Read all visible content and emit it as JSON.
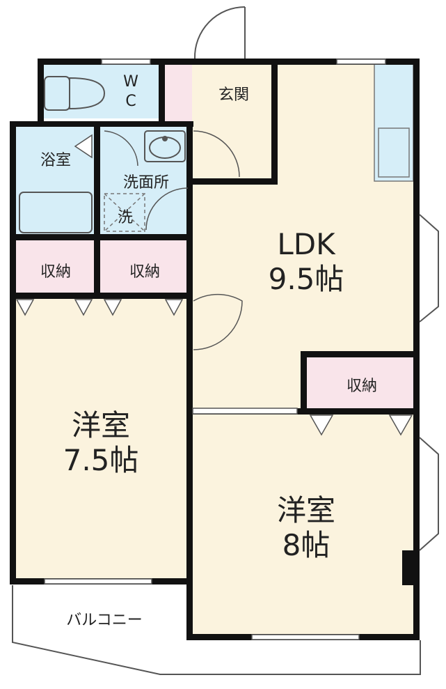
{
  "colors": {
    "wall": "#111111",
    "wet_area": "#d6eef8",
    "storage": "#f9e4ea",
    "room": "#fbf3de",
    "outline": "#555555"
  },
  "rooms": {
    "wc": {
      "line1": "W",
      "line2": "C"
    },
    "genkan": {
      "name": "玄関"
    },
    "bath": {
      "name": "浴室"
    },
    "washroom": {
      "name": "洗面所"
    },
    "washer": {
      "name": "洗"
    },
    "storage_left": {
      "name": "収納"
    },
    "storage_mid": {
      "name": "収納"
    },
    "storage_right": {
      "name": "収納"
    },
    "ldk": {
      "name": "LDK",
      "size": "9.5帖"
    },
    "western_left": {
      "name": "洋室",
      "size": "7.5帖"
    },
    "western_right": {
      "name": "洋室",
      "size": "8帖"
    },
    "balcony": {
      "name": "バルコニー"
    }
  }
}
